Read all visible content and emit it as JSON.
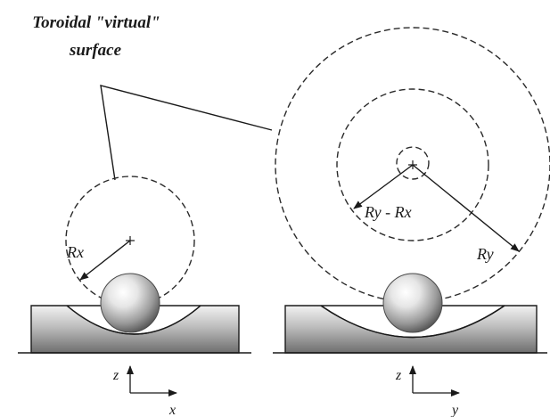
{
  "title": {
    "line1": "Toroidal \"virtual\"",
    "line2": "surface"
  },
  "labels": {
    "rx": "Rx",
    "ry": "Ry",
    "ry_minus_rx_a": "Ry",
    "ry_minus_rx_sep": " - ",
    "ry_minus_rx_b": "Rx"
  },
  "axes": {
    "left": {
      "vertical": "z",
      "horizontal": "x"
    },
    "right": {
      "vertical": "z",
      "horizontal": "y"
    }
  }
}
